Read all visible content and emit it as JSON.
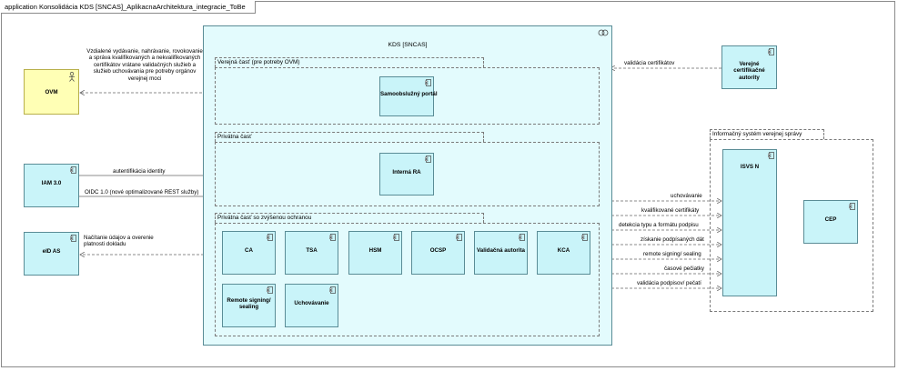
{
  "diagram_title": "application Konsolidácia KDS [SNCAS]_AplikacnaArchitektura_integracie_ToBe",
  "kds": {
    "title": "KDS [SNCAS]",
    "public": "Verejná časť (pre potreby OVM)",
    "portal": "Samoobslužný portál",
    "private": "Privátna časť",
    "ra": "Interná RA",
    "secure": "Privátna časť so zvýšenou ochranou",
    "modules": [
      "CA",
      "TSA",
      "HSM",
      "OCSP",
      "Validačná autorita",
      "KCA"
    ],
    "modules2": [
      "Remote signing/ sealing",
      "Uchovávanie"
    ]
  },
  "actors": {
    "ovm": "OVM"
  },
  "nodes": {
    "iam": "IAM 3.0",
    "eid": "eID AS",
    "cert_auth": "Verejné certifikačné autority",
    "isvs_group": "Informačný systém verejnej správy",
    "isvs": "ISVS N",
    "cep": "CEP"
  },
  "flows": {
    "ovm": "Vzdialené vydávanie, nahrávanie, rovokovanie a správa kvalifikovaných a nekvalifikovaných certifikátov vrátane validačných služieb a služieb uchovávania pre potreby orgánov verejnej moci",
    "cert": "validácia certifikátov",
    "iam_auth": "autentifikácia identity",
    "iam_oidc": "OIDC 1.0 (nové optimalizované REST služby)",
    "eid": "Načítanie údajov a overenie platnosti dokladu",
    "isvs": [
      "uchovávanie",
      "kvalifikované certifikáty",
      "detekcia typu a formátu podpisu",
      "získanie podpísaných dát",
      "remote signing/ sealing",
      "časové pečiatky",
      "validácia podpisov/ pečatí"
    ]
  },
  "colors": {
    "component": "#c9f4f9",
    "actor": "#ffffb5",
    "border": "#5a8c96"
  }
}
